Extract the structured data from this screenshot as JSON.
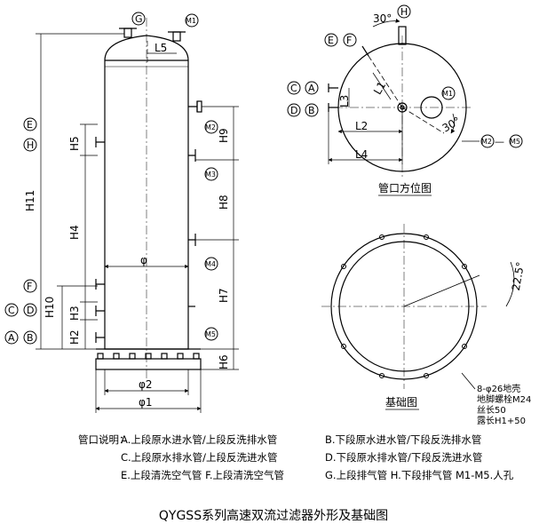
{
  "elevation": {
    "nozzles_top": [
      "G",
      "M1"
    ],
    "dims": {
      "l5": "L5",
      "h11": "H11",
      "h5": "H5",
      "h4": "H4",
      "h10": "H10",
      "h3": "H3",
      "h2": "H2",
      "h9": "H9",
      "h8": "H8",
      "h7": "H7",
      "h6": "H6",
      "dia": "φ",
      "dia1": "φ1",
      "dia2": "φ2"
    },
    "left_labels": [
      "E",
      "H",
      "F",
      "C",
      "D",
      "A",
      "B"
    ],
    "manholes": [
      "M2",
      "M3",
      "M4",
      "M5"
    ]
  },
  "plan": {
    "title": "管口方位图",
    "angle_top": "30°",
    "angle_right": "30°",
    "labels": [
      "H",
      "E",
      "F",
      "C",
      "A",
      "D",
      "B",
      "M1",
      "M2",
      "M5"
    ],
    "range_m": "M2 —M5",
    "dims": {
      "l1": "L1",
      "l2": "L2",
      "l3": "L3",
      "l4": "L4"
    }
  },
  "foundation": {
    "title": "基础图",
    "angle": "22.5°",
    "note": [
      "8-φ26地壳",
      "地脚螺栓M24",
      "丝长50",
      "露长H1+50"
    ]
  },
  "legend": {
    "heading": "管口说明：",
    "items": [
      [
        "A.上段原水进水管/上段反洗排水管",
        "B.下段原水进水管/下段反洗排水管"
      ],
      [
        "C.上段原水排水管/上段反洗进水管",
        "D.下段原水排水管/下段反洗进水管"
      ],
      [
        "E.上段清洗空气管  F.上段清洗空气管",
        "G.上段排气管  H.下段排气管  M1-M5.人孔"
      ]
    ]
  },
  "caption": "QYGSS系列高速双流过滤器外形及基础图"
}
